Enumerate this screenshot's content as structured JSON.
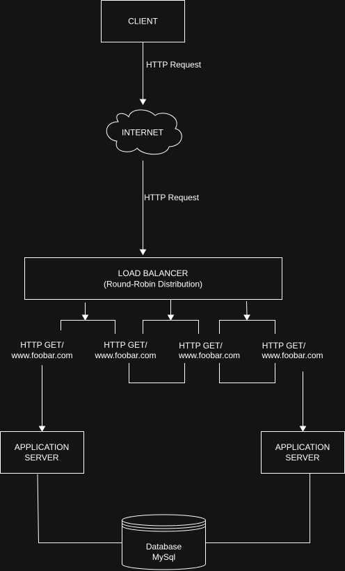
{
  "nodes": {
    "client": "CLIENT",
    "internet": "INTERNET",
    "load_balancer": {
      "line1": "LOAD BALANCER",
      "line2": "(Round-Robin Distribution)"
    },
    "app_server_left": {
      "line1": "APPLICATION",
      "line2": "SERVER"
    },
    "app_server_right": {
      "line1": "APPLICATION",
      "line2": "SERVER"
    },
    "database": {
      "line1": "Database",
      "line2": "MySql"
    }
  },
  "edges": {
    "client_to_internet": "HTTP Request",
    "internet_to_lb": "HTTP Request"
  },
  "requests": [
    {
      "line1": "HTTP GET/",
      "line2": "www.foobar.com"
    },
    {
      "line1": "HTTP GET/",
      "line2": "www.foobar.com"
    },
    {
      "line1": "HTTP GET/",
      "line2": "www.foobar.com"
    },
    {
      "line1": "HTTP GET/",
      "line2": "www.foobar.com"
    }
  ],
  "colors": {
    "background": "#141414",
    "stroke": "#ffffff",
    "text": "#ffffff"
  }
}
